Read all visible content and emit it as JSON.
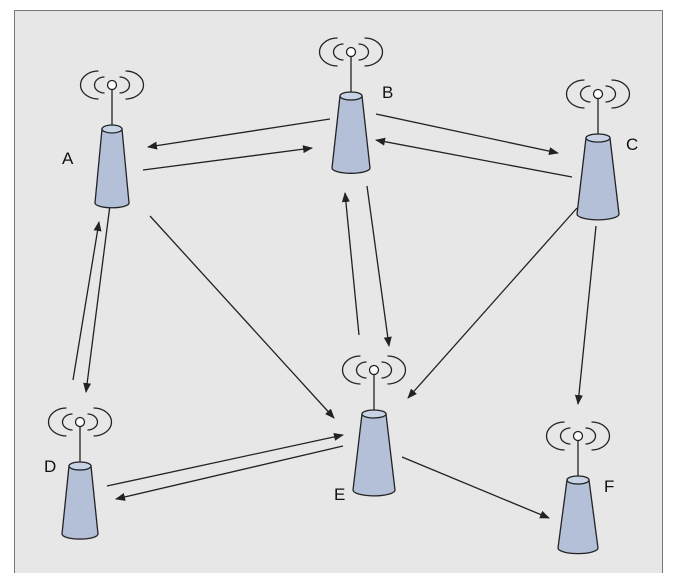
{
  "colors": {
    "background": "#e7e7e7",
    "frame": "#777777",
    "tower_fill": "#b3c0d8",
    "tower_top": "#c9d3e6",
    "stroke": "#222222",
    "arrow": "#222222"
  },
  "diagram": {
    "type": "wireless-network",
    "nodes": [
      {
        "id": "A",
        "label": "A",
        "icon": "antenna-tower-icon"
      },
      {
        "id": "B",
        "label": "B",
        "icon": "antenna-tower-icon"
      },
      {
        "id": "C",
        "label": "C",
        "icon": "antenna-tower-icon"
      },
      {
        "id": "D",
        "label": "D",
        "icon": "antenna-tower-icon"
      },
      {
        "id": "E",
        "label": "E",
        "icon": "antenna-tower-icon"
      },
      {
        "id": "F",
        "label": "F",
        "icon": "antenna-tower-icon"
      }
    ],
    "links": [
      {
        "from": "A",
        "to": "B"
      },
      {
        "from": "B",
        "to": "A"
      },
      {
        "from": "B",
        "to": "C"
      },
      {
        "from": "C",
        "to": "B"
      },
      {
        "from": "A",
        "to": "D"
      },
      {
        "from": "D",
        "to": "A"
      },
      {
        "from": "B",
        "to": "E"
      },
      {
        "from": "E",
        "to": "B"
      },
      {
        "from": "D",
        "to": "E"
      },
      {
        "from": "E",
        "to": "D"
      },
      {
        "from": "A",
        "to": "E"
      },
      {
        "from": "C",
        "to": "E"
      },
      {
        "from": "C",
        "to": "F"
      },
      {
        "from": "E",
        "to": "F"
      }
    ]
  }
}
